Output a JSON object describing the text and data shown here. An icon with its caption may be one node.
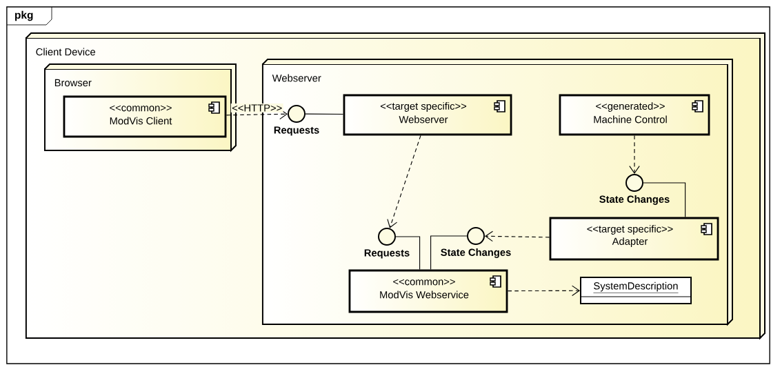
{
  "diagram": {
    "nodes": [
      {
        "text": [
          "pkg"
        ]
      },
      {
        "text": [
          "Client Device"
        ],
        "in": 0
      },
      {
        "text": [
          "Browser"
        ],
        "in": 1
      },
      {
        "text": [
          "<<common>>",
          "ModVis Client"
        ],
        "in": 2
      },
      {
        "text": [
          "Webserver"
        ],
        "in": 1
      },
      {
        "text": [
          "Requests"
        ],
        "in": 4
      },
      {
        "text": [
          "<<target specific>>",
          "Webserver"
        ],
        "in": 4
      },
      {
        "text": [
          "<<generated>>",
          "Machine Control"
        ],
        "in": 4
      },
      {
        "text": [
          "State Changes"
        ],
        "in": 4
      },
      {
        "text": [
          "<<target specific>>",
          "Adapter"
        ],
        "in": 4
      },
      {
        "text": [
          "Requests"
        ],
        "in": 4
      },
      {
        "text": [
          "State Changes"
        ],
        "in": 4
      },
      {
        "text": [
          "<<common>>",
          "ModVis Webservice"
        ],
        "in": 4
      },
      {
        "text": [
          "SystemDescription"
        ],
        "in": 4
      }
    ],
    "edges": [
      {
        "from": 3,
        "to": 5,
        "arrow": "to",
        "style": "dashed",
        "label": "<<HTTP>>"
      },
      {
        "from": 5,
        "to": 6,
        "arrow": "none"
      },
      {
        "from": 6,
        "to": 10,
        "arrow": "to",
        "style": "dashed"
      },
      {
        "from": 7,
        "to": 8,
        "arrow": "to",
        "style": "dashed"
      },
      {
        "from": 8,
        "to": 9,
        "arrow": "none"
      },
      {
        "from": 9,
        "to": 11,
        "arrow": "to",
        "style": "dashed"
      },
      {
        "from": 10,
        "to": 12,
        "arrow": "none"
      },
      {
        "from": 11,
        "to": 12,
        "arrow": "none"
      },
      {
        "from": 12,
        "to": 13,
        "arrow": "to",
        "style": "dashed"
      }
    ]
  }
}
